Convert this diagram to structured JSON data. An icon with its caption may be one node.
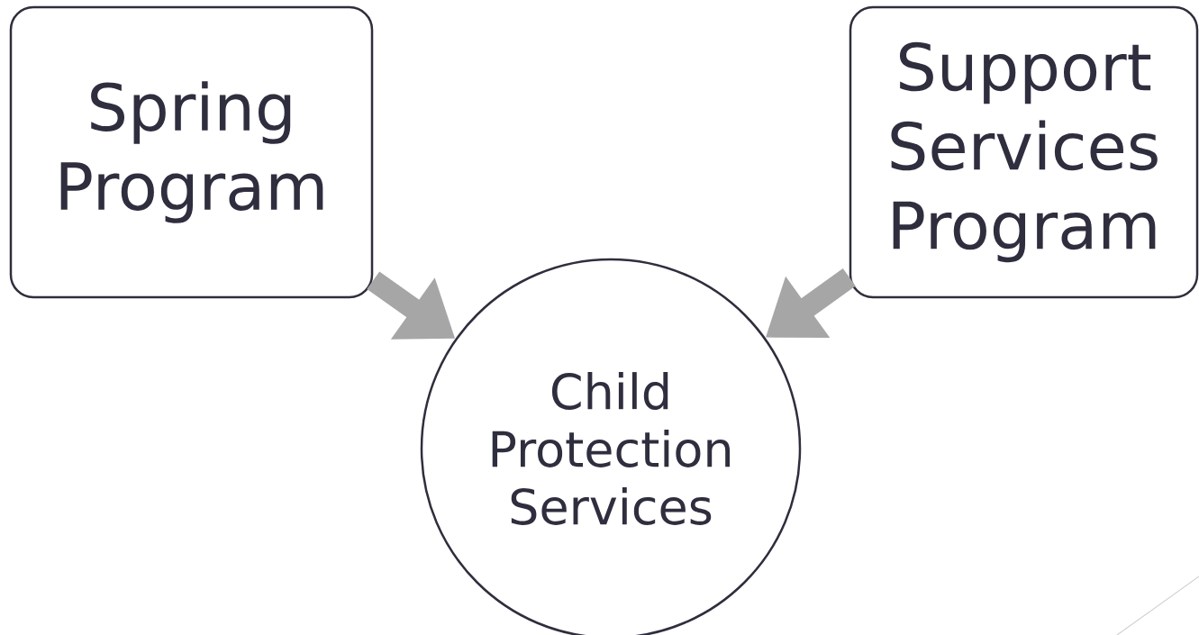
{
  "diagram": {
    "nodes": [
      {
        "text": [
          "Spring Program"
        ]
      },
      {
        "text": [
          "Support Services Program"
        ]
      },
      {
        "text": [
          "Child Protection Services"
        ]
      }
    ],
    "edges": [
      {
        "from": 0,
        "to": 2,
        "arrow": "to"
      },
      {
        "from": 1,
        "to": 2,
        "arrow": "to"
      }
    ]
  }
}
